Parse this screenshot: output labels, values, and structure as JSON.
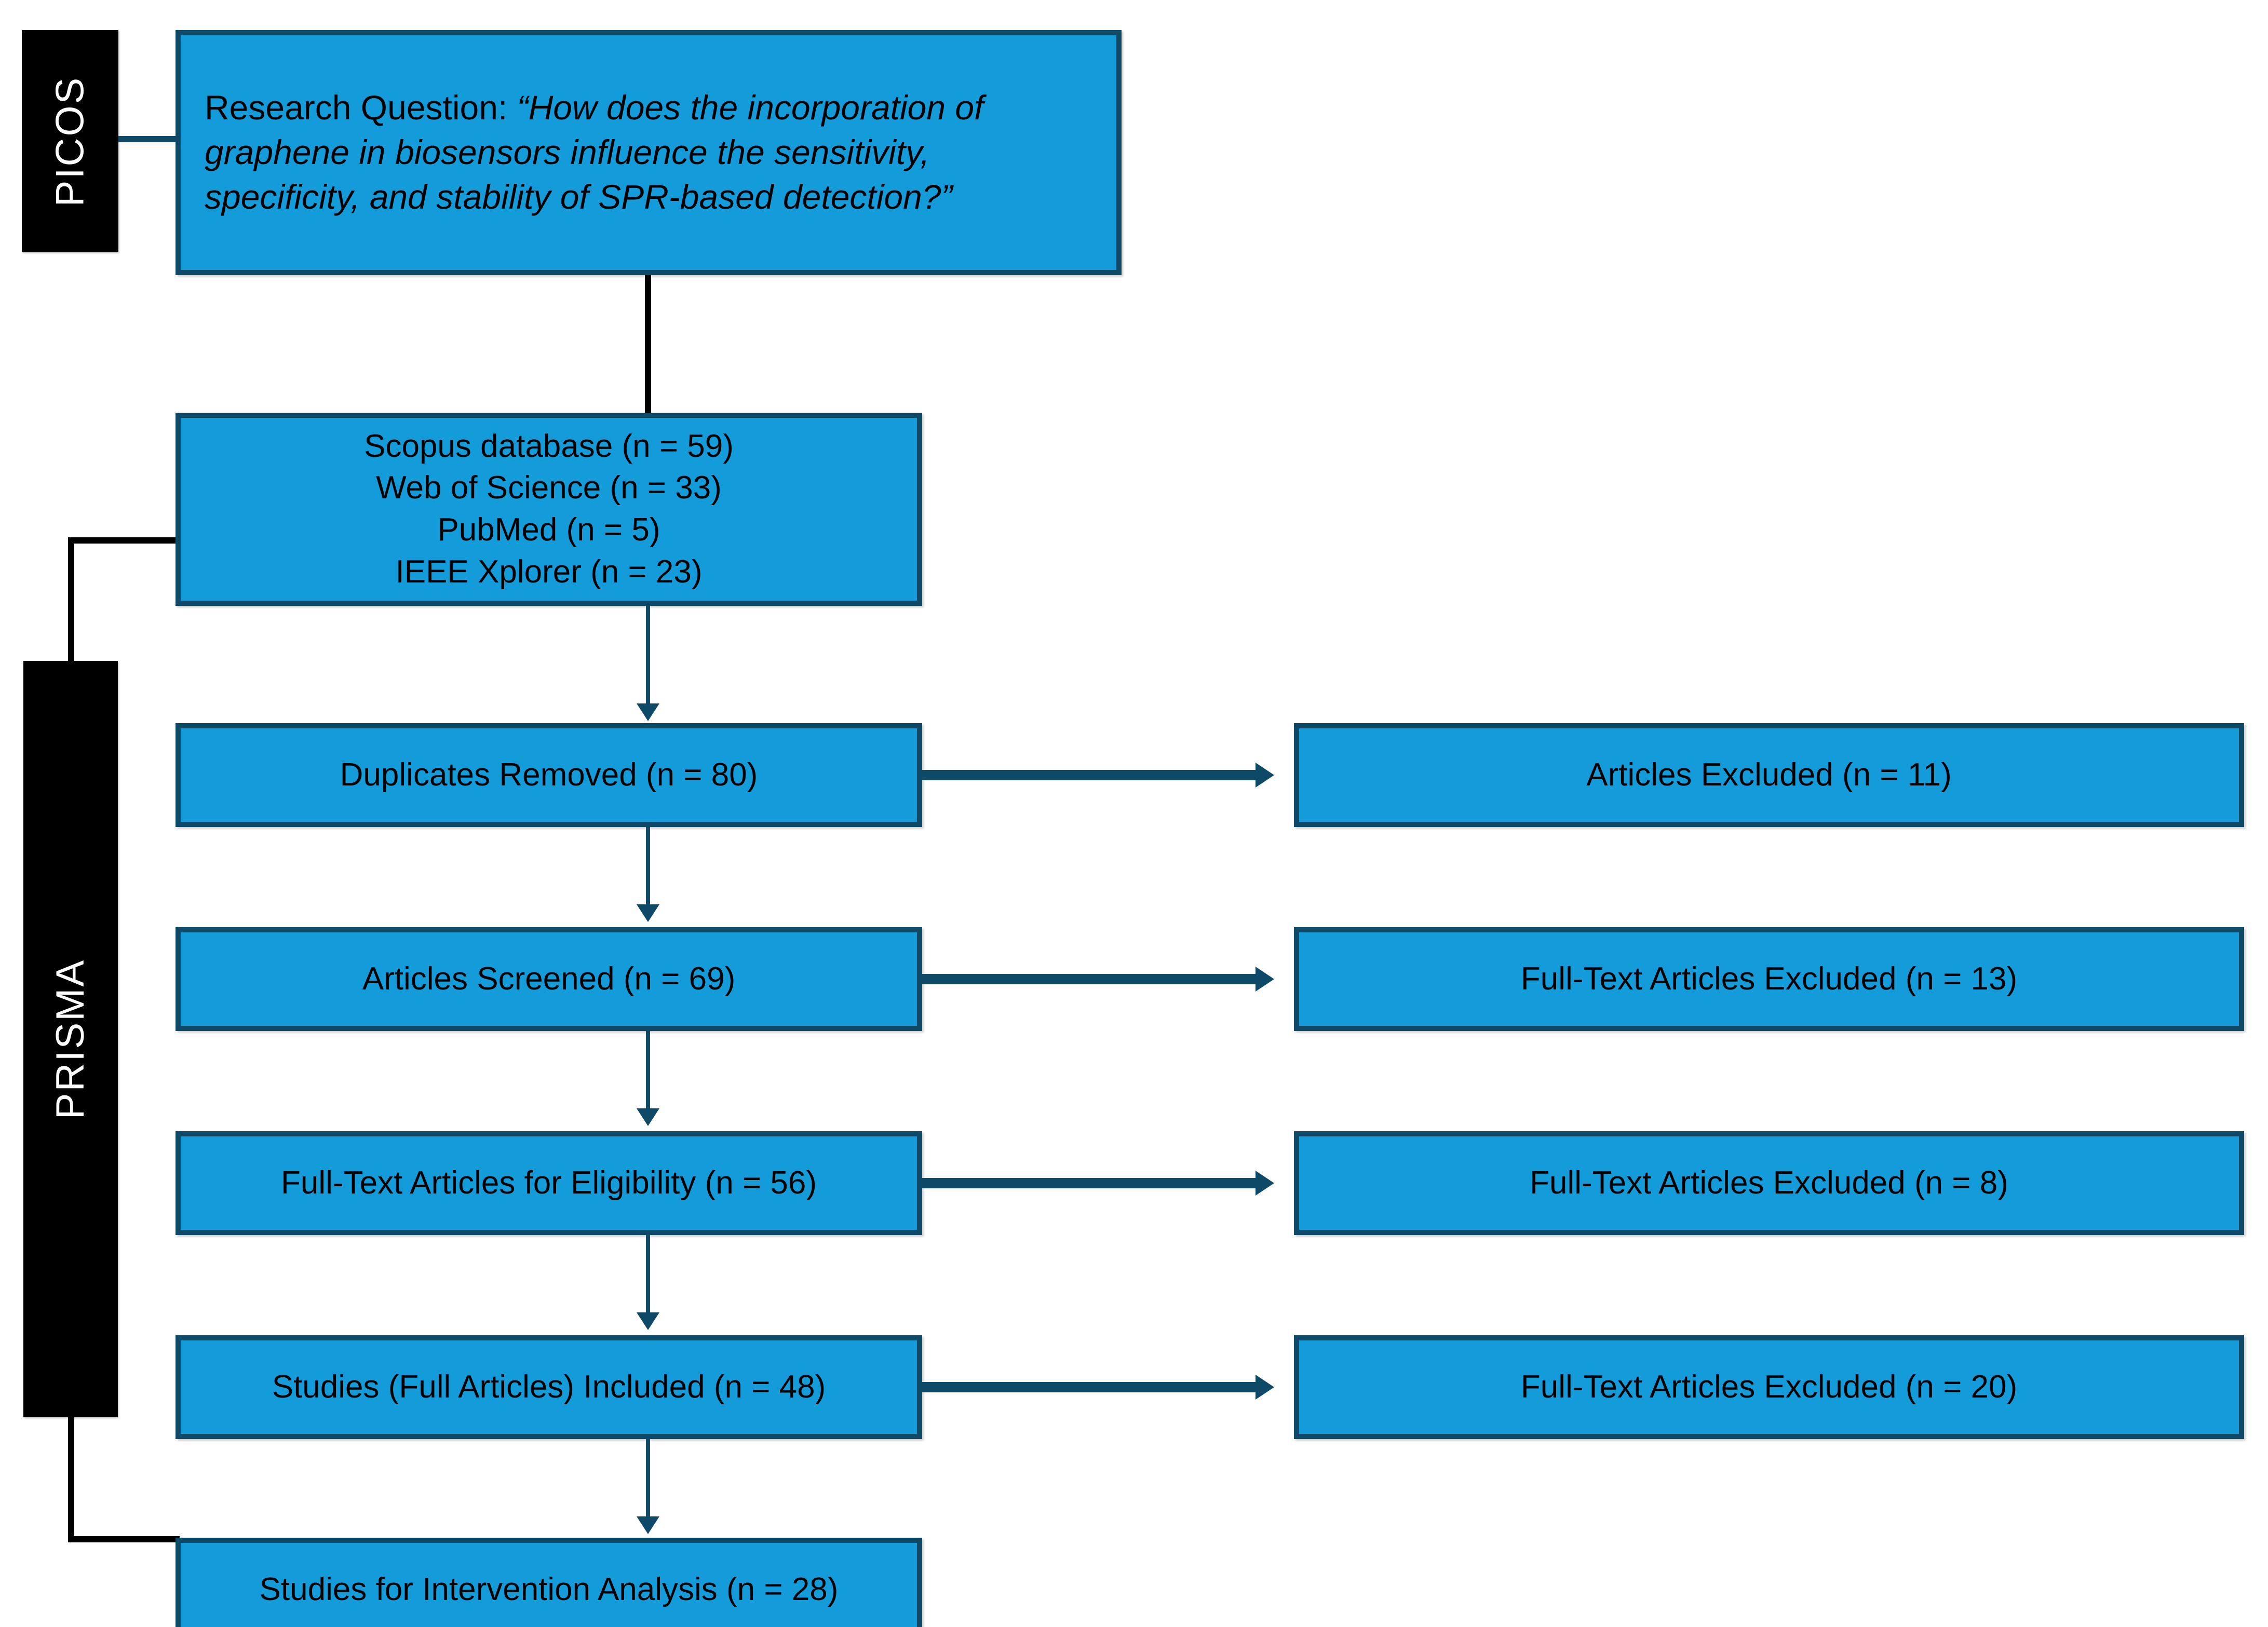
{
  "diagram": {
    "title": "PRISMA Flow Diagram",
    "colors": {
      "box_fill": "#139CD9",
      "box_border": "#0E4A68",
      "section_bar": "#000000",
      "section_text": "#FFFFFF",
      "connector": "#0E4A68",
      "connector_black": "#000000",
      "background": "#FFFFFF"
    }
  },
  "sections": [
    {
      "id": "picos",
      "label": "PICOS",
      "orientation": "vertical-bottom-to-top"
    },
    {
      "id": "prisma",
      "label": "PRISMA",
      "orientation": "vertical-bottom-to-top"
    }
  ],
  "research_question": {
    "lead": "Research Question: ",
    "quote": "“How does the incorporation of graphene in biosensors influence the sensitivity, specificity, and stability of SPR-based detection?”"
  },
  "sources": {
    "lines": [
      "Scopus database (n = 59)",
      "Web of Science (n = 33)",
      "PubMed (n = 5)",
      "IEEE  Xplorer (n = 23)"
    ]
  },
  "flow": {
    "steps": [
      {
        "id": "duplicates",
        "label": "Duplicates Removed (n = 80)",
        "n": 80
      },
      {
        "id": "screened",
        "label": "Articles Screened (n = 69)",
        "n": 69
      },
      {
        "id": "eligibility",
        "label": "Full-Text Articles for Eligibility (n = 56)",
        "n": 56
      },
      {
        "id": "included",
        "label": "Studies (Full Articles) Included (n = 48)",
        "n": 48
      },
      {
        "id": "intervention",
        "label": "Studies for Intervention Analysis (n = 28)",
        "n": 28
      }
    ],
    "exclusions": [
      {
        "id": "excl-1",
        "label": "Articles Excluded (n = 11)",
        "n": 11
      },
      {
        "id": "excl-2",
        "label": "Full-Text Articles Excluded (n = 13)",
        "n": 13
      },
      {
        "id": "excl-3",
        "label": "Full-Text Articles Excluded (n = 8)",
        "n": 8
      },
      {
        "id": "excl-4",
        "label": "Full-Text Articles Excluded (n = 20)",
        "n": 20
      }
    ]
  }
}
